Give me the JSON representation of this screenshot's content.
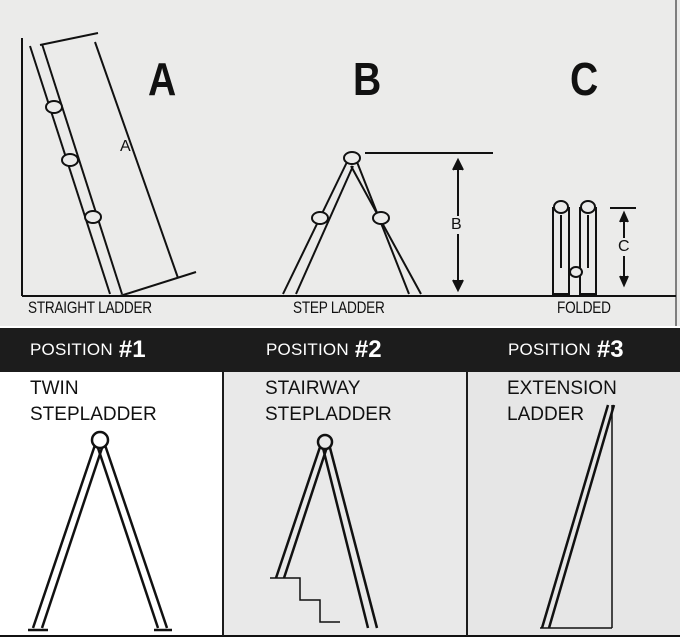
{
  "top": {
    "letters": [
      "A",
      "B",
      "C"
    ],
    "dimension_labels": [
      "A",
      "B",
      "C"
    ],
    "captions": [
      "STRAIGHT  LADDER",
      "STEP LADDER",
      "FOLDED"
    ]
  },
  "positions": [
    {
      "word": "POSITION",
      "number": "#1",
      "title_line1": "TWIN",
      "title_line2": "STEPLADDER"
    },
    {
      "word": "POSITION",
      "number": "#2",
      "title_line1": "STAIRWAY",
      "title_line2": "STEPLADDER"
    },
    {
      "word": "POSITION",
      "number": "#3",
      "title_line1": "EXTENSION",
      "title_line2": "LADDER"
    }
  ],
  "colors": {
    "header": "#1c1c1c",
    "paper": "#ebebea"
  }
}
